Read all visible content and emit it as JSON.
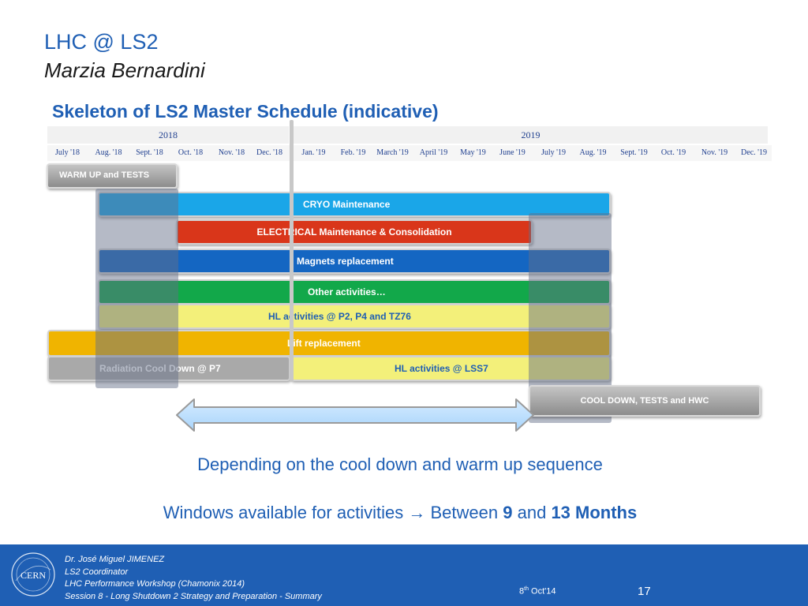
{
  "title": "LHC @ LS2",
  "subtitle": "Marzia Bernardini",
  "heading": "Skeleton of LS2 Master Schedule (indicative)",
  "years": [
    "2018",
    "2019"
  ],
  "months": [
    "July '18",
    "Aug. '18",
    "Sept. '18",
    "Oct. '18",
    "Nov. '18",
    "Dec. '18",
    "Jan. '19",
    "Feb. '19",
    "March '19",
    "April '19",
    "May '19",
    "June '19",
    "July '19",
    "Aug. '19",
    "Sept. '19",
    "Oct. '19",
    "Nov. '19",
    "Dec. '19"
  ],
  "bars": {
    "warmup": "WARM UP and TESTS",
    "cryo": "CRYO Maintenance",
    "electrical": "ELECTRICAL  Maintenance & Consolidation",
    "magnets": "Magnets replacement",
    "other": "Other activities…",
    "hl_p2": "HL activities @ P2, P4 and TZ76",
    "lift": "Lift replacement",
    "radiation": "Radiation Cool Down @ P7",
    "hl_lss7": "HL activities @ LSS7",
    "cooldown": "COOL DOWN, TESTS and HWC"
  },
  "colors": {
    "accent": "#1f5fb4",
    "cryo": "#1aa6e8",
    "electrical": "#d9361a",
    "magnets": "#1466c2",
    "other": "#12a84a",
    "hl": "#f3f07a",
    "lift": "#f0b400",
    "grey": "#a9a9a9"
  },
  "notes": {
    "line1": "Depending on the cool down and warm up sequence",
    "line2_prefix": "Windows available for activities",
    "line2_arrow": "→",
    "line2_between": "Between",
    "line2_min": "9",
    "line2_and": "and",
    "line2_max": "13 Months"
  },
  "footer": {
    "author": "Dr. José Miguel JIMENEZ",
    "role": "LS2 Coordinator",
    "workshop": "LHC Performance Workshop (Chamonix 2014)",
    "session": "Session 8 - Long Shutdown 2 Strategy and Preparation - Summary",
    "date_day": "8",
    "date_sup": "th",
    "date_rest": " Oct'14",
    "page": "17",
    "logo_text": "CERN"
  }
}
